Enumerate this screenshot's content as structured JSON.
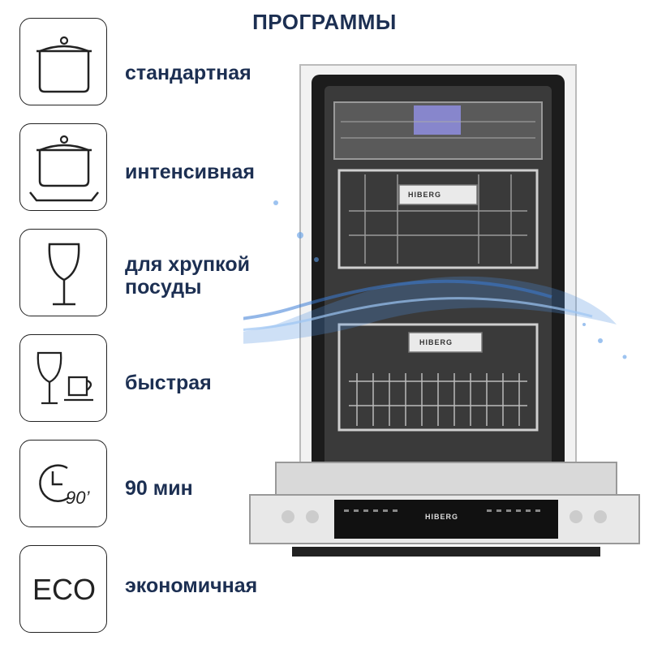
{
  "page": {
    "title": "ПРОГРАММЫ"
  },
  "programs": [
    {
      "icon": "pot-icon",
      "label": "стандартная"
    },
    {
      "icon": "pot-on-burner-icon",
      "label": "интенсивная"
    },
    {
      "icon": "wine-glass-icon",
      "label_line1": "для хрупкой",
      "label_line2": "посуды"
    },
    {
      "icon": "glass-and-cup-icon",
      "label": "быстрая"
    },
    {
      "icon": "timer-icon",
      "badge": "90’",
      "label": "90 мин"
    },
    {
      "icon": "eco-icon",
      "badge": "ECO",
      "label": "экономичная"
    }
  ],
  "appliance": {
    "brand_top_rack": "HIBERG",
    "brand_bottom_rack": "HIBERG",
    "brand_panel": "HIBERG"
  },
  "colors": {
    "text": "#1c2f52",
    "water": "#4f8fe0"
  }
}
